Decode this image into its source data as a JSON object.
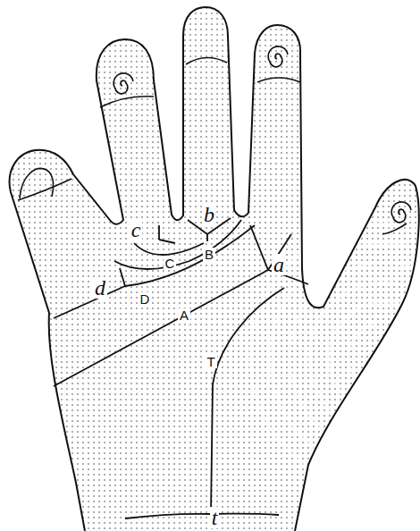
{
  "diagram": {
    "labels": [
      "c",
      "b",
      "a",
      "C",
      "B",
      "d",
      "D",
      "A",
      "T",
      "t"
    ]
  }
}
